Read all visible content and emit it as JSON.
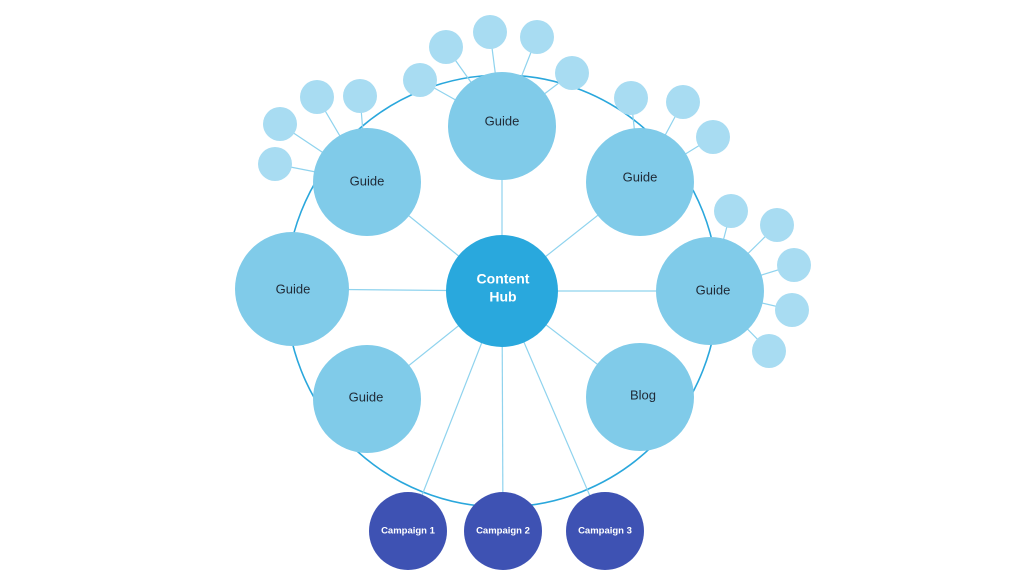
{
  "diagram": {
    "hub": {
      "line1": "Content",
      "line2": "Hub"
    },
    "guides": [
      {
        "id": "g-left-top",
        "label": "Guide",
        "leaves": 4
      },
      {
        "id": "g-top",
        "label": "Guide",
        "leaves": 5
      },
      {
        "id": "g-right-top",
        "label": "Guide",
        "leaves": 3
      },
      {
        "id": "g-left",
        "label": "Guide",
        "leaves": 0
      },
      {
        "id": "g-right",
        "label": "Guide",
        "leaves": 5
      },
      {
        "id": "g-left-bottom",
        "label": "Guide",
        "leaves": 0
      },
      {
        "id": "blog",
        "label": "Blog",
        "leaves": 0
      }
    ],
    "campaigns": [
      {
        "label": "Campaign 1"
      },
      {
        "label": "Campaign 2"
      },
      {
        "label": "Campaign 3"
      }
    ],
    "colors": {
      "hub": "#29a8dd",
      "guide": "#80cbe9",
      "leaf": "#a8dcf2",
      "campaign": "#3e52b3",
      "ring": "#2aa7dc",
      "link": "#8fd3ee"
    }
  }
}
